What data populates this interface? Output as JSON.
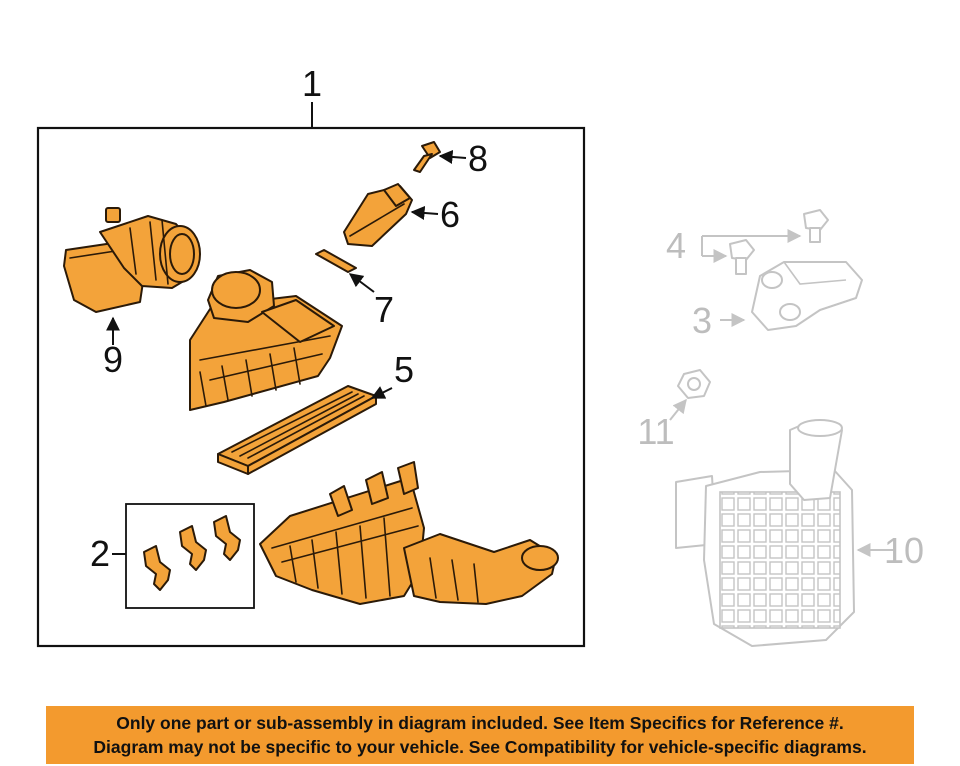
{
  "callouts": {
    "c1": "1",
    "c2": "2",
    "c3": "3",
    "c4": "4",
    "c5": "5",
    "c6": "6",
    "c7": "7",
    "c8": "8",
    "c9": "9",
    "c10": "10",
    "c11": "11"
  },
  "colors": {
    "part_fill": "#f3a33a",
    "banner_bg": "#f39a2e",
    "reference_grey": "#c4c4c4",
    "outline": "#2b1a08"
  },
  "banner": {
    "line1": "Only one part or sub-assembly in diagram included. See Item Specifics for Reference #.",
    "line2": "Diagram may not be specific to your vehicle. See Compatibility for vehicle-specific diagrams."
  }
}
